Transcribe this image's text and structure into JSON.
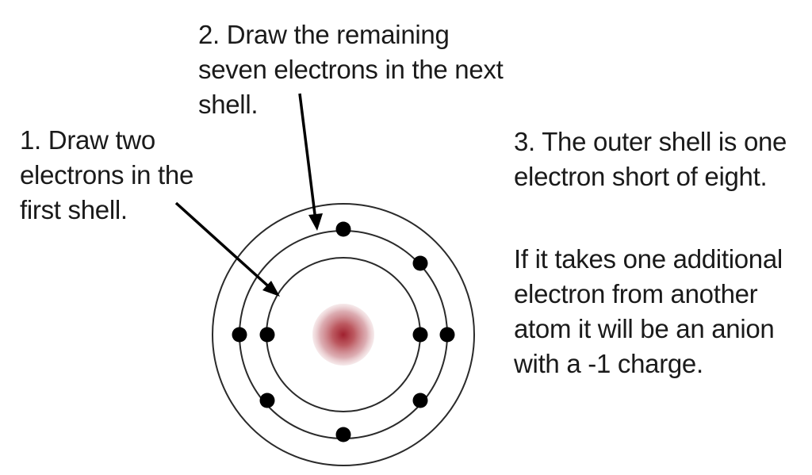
{
  "annotations": {
    "step1": [
      "1. Draw two",
      "electrons in the",
      "first shell."
    ],
    "step2": [
      "2. Draw the remaining",
      "seven electrons in the next",
      "shell."
    ],
    "step3": [
      "3. The outer shell is one",
      "electron short of eight."
    ],
    "anion_note": [
      "If it takes one additional",
      "electron from another",
      "atom it will be an anion",
      "with a -1 charge."
    ]
  },
  "atom": {
    "shells": [
      "inner",
      "middle",
      "outer"
    ],
    "inner_shell_electrons": 2,
    "next_shell_electrons": 7,
    "nucleus_color": "#b5474f",
    "electron_color": "#000000",
    "shell_color": "#2a2a2a",
    "arrow_color": "#000000"
  }
}
